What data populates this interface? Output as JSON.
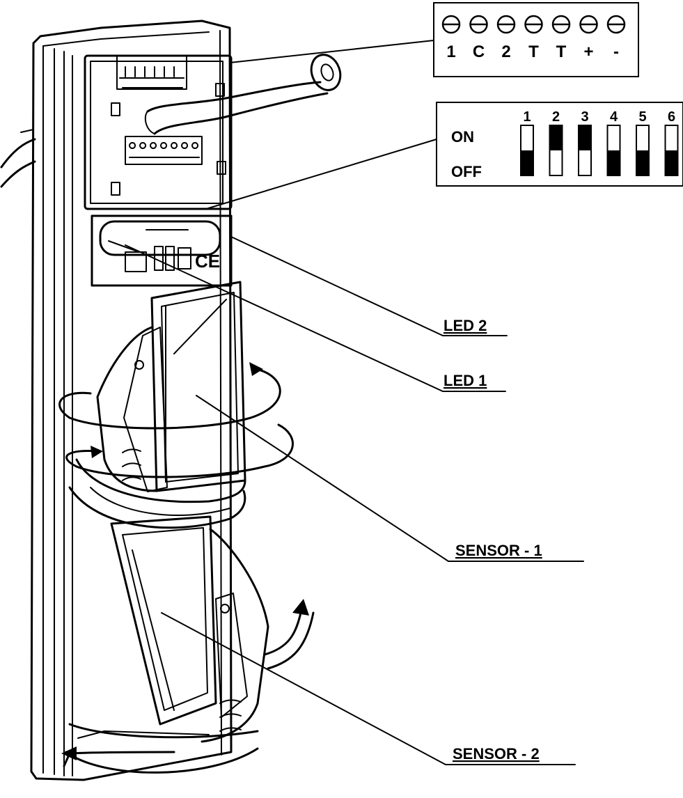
{
  "terminal_block": {
    "terminals": [
      "1",
      "C",
      "2",
      "T",
      "T",
      "+",
      "-"
    ]
  },
  "dip_switch": {
    "on_label": "ON",
    "off_label": "OFF",
    "switches": [
      {
        "number": "1",
        "state": "OFF"
      },
      {
        "number": "2",
        "state": "ON"
      },
      {
        "number": "3",
        "state": "ON"
      },
      {
        "number": "4",
        "state": "OFF"
      },
      {
        "number": "5",
        "state": "OFF"
      },
      {
        "number": "6",
        "state": "OFF"
      }
    ]
  },
  "callouts": {
    "led2": "LED 2",
    "led1": "LED 1",
    "sensor1": "SENSOR - 1",
    "sensor2": "SENSOR - 2"
  },
  "housing_marking": "CE"
}
